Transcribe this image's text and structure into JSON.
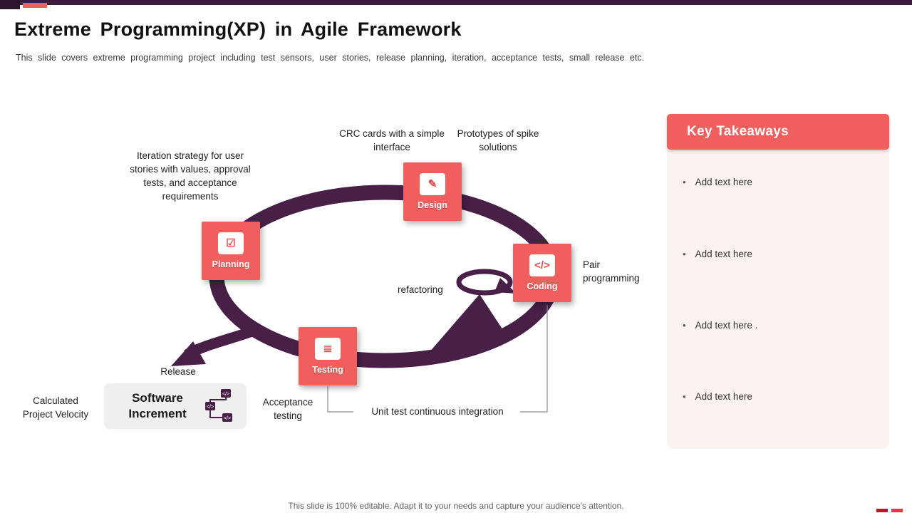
{
  "header": {
    "title": "Extreme Programming(XP) in Agile Framework",
    "subtitle": "This slide covers extreme programming project including test sensors, user stories, release planning, iteration, acceptance tests, small release etc."
  },
  "diagram": {
    "nodes": [
      {
        "label": "Planning",
        "icon": "clipboard-check-icon",
        "glyph": "☑"
      },
      {
        "label": "Design",
        "icon": "pencil-square-icon",
        "glyph": "✎"
      },
      {
        "label": "Coding",
        "icon": "code-window-icon",
        "glyph": "</>"
      },
      {
        "label": "Testing",
        "icon": "clipboard-list-icon",
        "glyph": "≣"
      }
    ],
    "labels": {
      "iteration": "Iteration strategy for user stories with values, approval tests, and acceptance requirements",
      "crc": "CRC cards with a simple interface",
      "prototypes": "Prototypes of spike solutions",
      "pair": "Pair programming",
      "refactoring": "refactoring",
      "release": "Release",
      "velocity": "Calculated Project Velocity",
      "increment": "Software Increment",
      "acceptance": "Acceptance testing",
      "unit": "Unit test continuous  integration"
    }
  },
  "takeaways": {
    "title": "Key Takeaways",
    "items": [
      "Add text here",
      "Add text here",
      "Add text here .",
      "Add text here"
    ]
  },
  "footer": {
    "text": "This slide is 100% editable. Adapt it to your needs and capture your audience's attention."
  },
  "colors": {
    "coral": "#F15E5E",
    "plum": "#471F47",
    "panel_bg": "#FDF2F2",
    "increment_bg": "#EFEFEF"
  }
}
